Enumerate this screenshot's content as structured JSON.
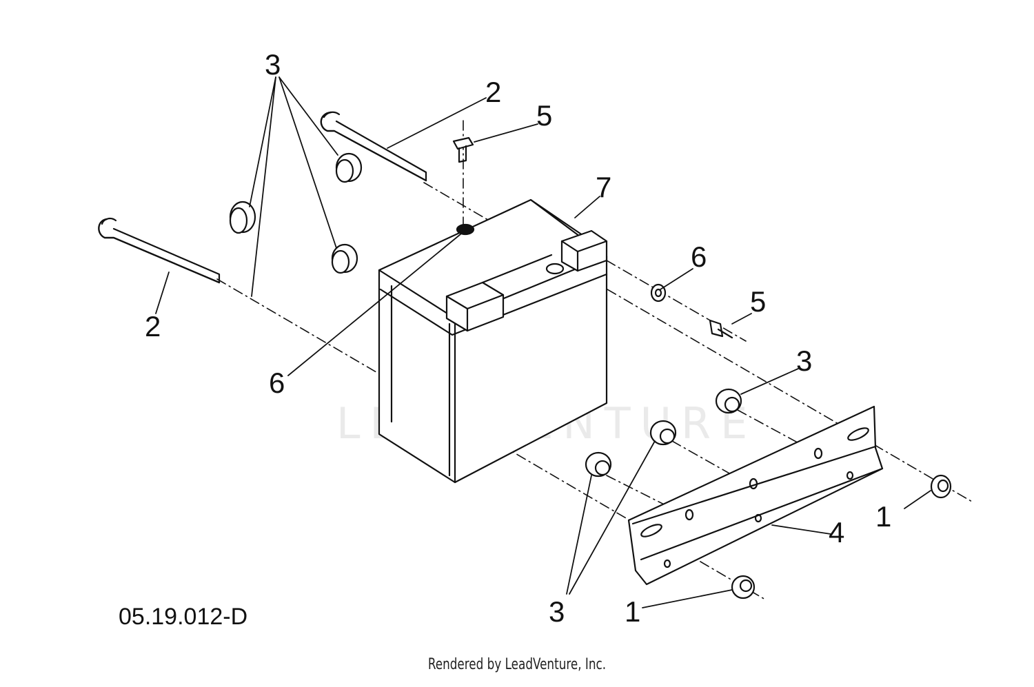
{
  "diagram": {
    "watermark_text": "LEADVENTURE",
    "figure_code": "05.19.012-D",
    "callouts": {
      "c3_top": "3",
      "c2_top": "2",
      "c5_top": "5",
      "c7": "7",
      "c2_left": "2",
      "c6_left": "6",
      "c6_right": "6",
      "c5_right": "5",
      "c3_right": "3",
      "c1_right": "1",
      "c4": "4",
      "c3_bottom": "3",
      "c1_bottom": "1"
    }
  },
  "footer": {
    "text": "Rendered by LeadVenture, Inc."
  }
}
